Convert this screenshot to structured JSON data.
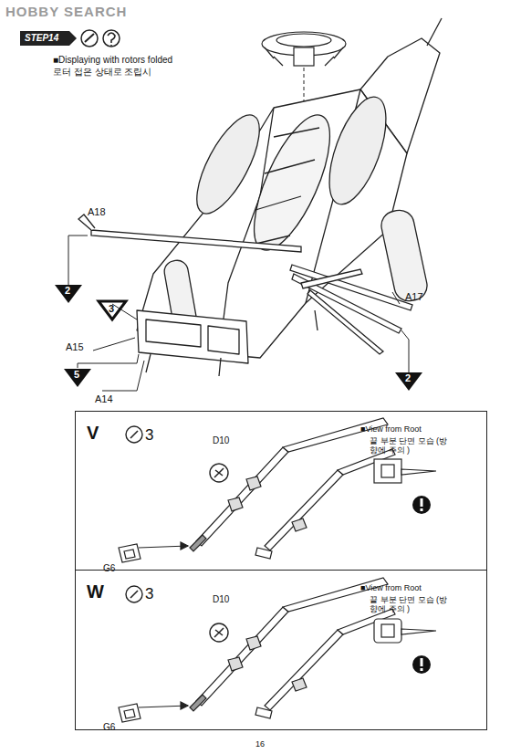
{
  "diagram": {
    "nodes": [
      {
        "text": [
          "V",
          "3",
          "D10",
          "G6",
          "■View from Root",
          "끝 부분 단면 모습 (방향에 주의 )"
        ]
      },
      {
        "text": [
          "W",
          "3",
          "D10",
          "G6",
          "■View from Root",
          "끝 부분 단면 모습 (방향에 주의 )"
        ]
      }
    ],
    "edges": [],
    "labels": [
      "HOBBY SEARCH",
      "STEP14",
      "■Displaying with rotors folded",
      "로터 접은 상태로 조립시",
      "A18",
      "2",
      "3",
      "A15",
      "5",
      "A14",
      "A17",
      "2",
      "16"
    ]
  }
}
